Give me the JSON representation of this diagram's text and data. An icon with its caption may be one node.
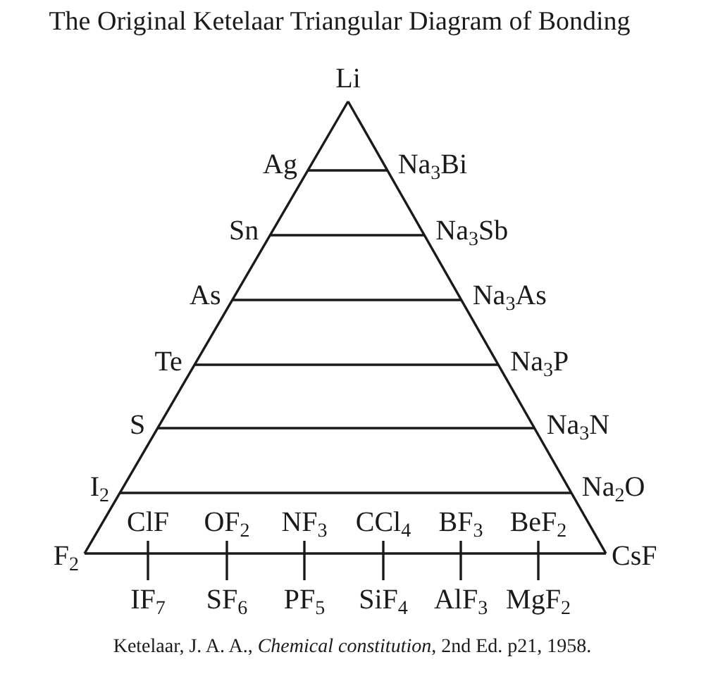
{
  "diagram": {
    "title": "The Original Ketelaar Triangular Diagram of Bonding",
    "caption": "Ketelaar, J. A. A., *Chemical constitution*, 2nd Ed. p21, 1958.",
    "nodes": [
      {
        "text": [
          "Li"
        ]
      },
      {
        "text": [
          "Ag"
        ]
      },
      {
        "text": [
          "Na$_{3}$Bi"
        ]
      },
      {
        "text": [
          "Sn"
        ]
      },
      {
        "text": [
          "Na$_{3}$Sb"
        ]
      },
      {
        "text": [
          "As"
        ]
      },
      {
        "text": [
          "Na$_{3}$As"
        ]
      },
      {
        "text": [
          "Te"
        ]
      },
      {
        "text": [
          "Na$_{3}$P"
        ]
      },
      {
        "text": [
          "S"
        ]
      },
      {
        "text": [
          "Na$_{3}$N"
        ]
      },
      {
        "text": [
          "I$_{2}$"
        ]
      },
      {
        "text": [
          "Na$_{2}$O"
        ]
      },
      {
        "text": [
          "ClF"
        ]
      },
      {
        "text": [
          "OF$_{2}$"
        ]
      },
      {
        "text": [
          "NF$_{3}$"
        ]
      },
      {
        "text": [
          "CCl$_{4}$"
        ]
      },
      {
        "text": [
          "BF$_{3}$"
        ]
      },
      {
        "text": [
          "BeF$_{2}$"
        ]
      },
      {
        "text": [
          "F$_{2}$"
        ]
      },
      {
        "text": [
          "CsF"
        ]
      },
      {
        "text": [
          "IF$_{7}$"
        ]
      },
      {
        "text": [
          "SF$_{6}$"
        ]
      },
      {
        "text": [
          "PF$_{5}$"
        ]
      },
      {
        "text": [
          "SiF$_{4}$"
        ]
      },
      {
        "text": [
          "AlF$_{3}$"
        ]
      },
      {
        "text": [
          "MgF$_{2}$"
        ]
      }
    ],
    "edges": [
      {
        "from": 0,
        "to": 19,
        "arrow": "none"
      },
      {
        "from": 0,
        "to": 20,
        "arrow": "none"
      },
      {
        "from": 19,
        "to": 20,
        "arrow": "none"
      },
      {
        "from": 1,
        "to": 2,
        "arrow": "none"
      },
      {
        "from": 3,
        "to": 4,
        "arrow": "none"
      },
      {
        "from": 5,
        "to": 6,
        "arrow": "none"
      },
      {
        "from": 7,
        "to": 8,
        "arrow": "none"
      },
      {
        "from": 9,
        "to": 10,
        "arrow": "none"
      },
      {
        "from": 11,
        "to": 12,
        "arrow": "none"
      },
      {
        "from": 13,
        "to": 21,
        "arrow": "none"
      },
      {
        "from": 14,
        "to": 22,
        "arrow": "none"
      },
      {
        "from": 15,
        "to": 23,
        "arrow": "none"
      },
      {
        "from": 16,
        "to": 24,
        "arrow": "none"
      },
      {
        "from": 17,
        "to": 25,
        "arrow": "none"
      },
      {
        "from": 18,
        "to": 26,
        "arrow": "none"
      }
    ]
  }
}
